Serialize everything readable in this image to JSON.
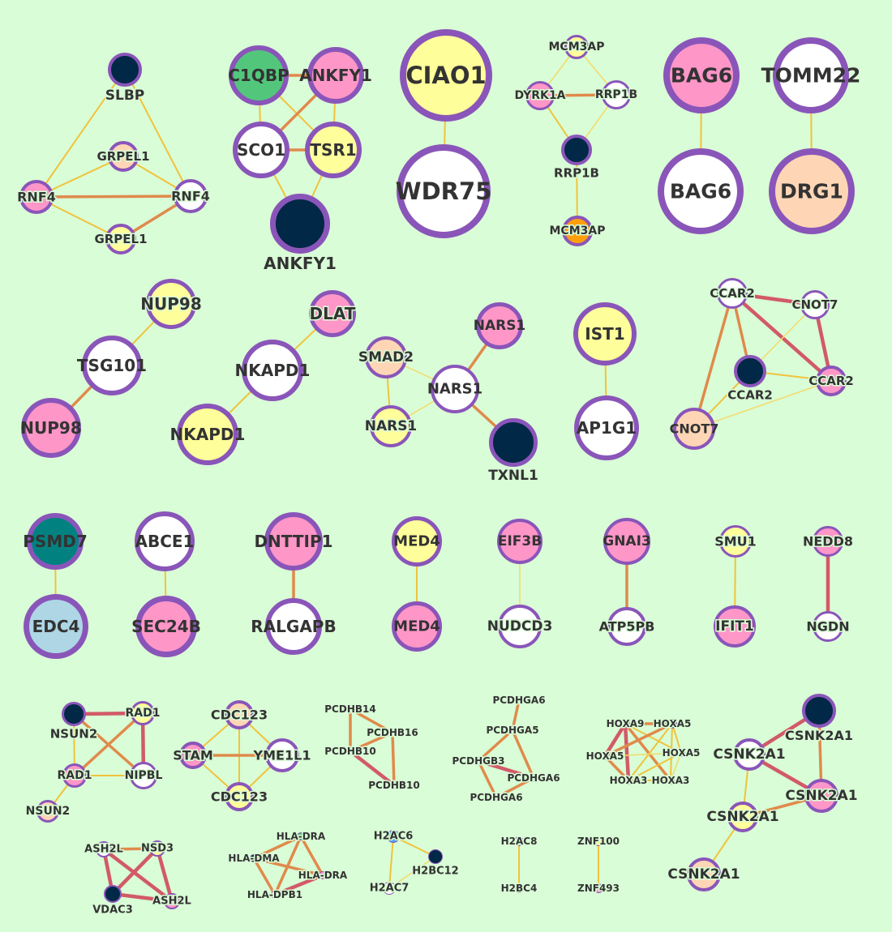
{
  "colors": {
    "background": "#d9fdd6",
    "node_border": "#8a55b9",
    "label": "#333333",
    "fills": {
      "navy": "#012846",
      "green": "#52c77b",
      "pink": "#fe96c8",
      "yellow": "#fefe9a",
      "white": "#ffffff",
      "peach": "#fed6b6",
      "orange": "#fe9e0b",
      "teal": "#018281",
      "lightblue": "#aed6e5",
      "lavender": "#e1d0f0",
      "blue": "#4ba3f0",
      "darkteal": "#016f6f"
    },
    "edges": {
      "weak": "#f0c33c",
      "medium": "#e08a4c",
      "strong": "#d25a68",
      "pale": "#f5da6a"
    }
  },
  "nodes": [
    {
      "id": "slbp",
      "label": "SLBP",
      "fill": "navy",
      "ring": 4
    },
    {
      "id": "grpel1_a",
      "label": "GRPEL1",
      "fill": "peach",
      "ring": 4
    },
    {
      "id": "rnf4_a",
      "label": "RNF4",
      "fill": "pink",
      "ring": 4
    },
    {
      "id": "rnf4_b",
      "label": "RNF4",
      "fill": "white",
      "ring": 4
    },
    {
      "id": "grpel1_b",
      "label": "GRPEL1",
      "fill": "yellow",
      "ring": 4
    },
    {
      "id": "c1qbp",
      "label": "C1QBP",
      "fill": "green",
      "ring": 6
    },
    {
      "id": "ankfy1_a",
      "label": "ANKFY1",
      "fill": "pink",
      "ring": 6
    },
    {
      "id": "sco1",
      "label": "SCO1",
      "fill": "white",
      "ring": 6
    },
    {
      "id": "tsr1",
      "label": "TSR1",
      "fill": "yellow",
      "ring": 6
    },
    {
      "id": "ankfy1_b",
      "label": "ANKFY1",
      "fill": "navy",
      "ring": 7
    },
    {
      "id": "ciao1",
      "label": "CIAO1",
      "fill": "yellow",
      "ring": 8
    },
    {
      "id": "wdr75",
      "label": "WDR75",
      "fill": "white",
      "ring": 8
    },
    {
      "id": "mcm3ap_a",
      "label": "MCM3AP",
      "fill": "yellow",
      "ring": 3
    },
    {
      "id": "dyrk1a",
      "label": "DYRK1A",
      "fill": "pink",
      "ring": 3
    },
    {
      "id": "rrp1b_a",
      "label": "RRP1B",
      "fill": "white",
      "ring": 3
    },
    {
      "id": "rrp1b_b",
      "label": "RRP1B",
      "fill": "navy",
      "ring": 4
    },
    {
      "id": "mcm3ap_b",
      "label": "MCM3AP",
      "fill": "orange",
      "ring": 4
    },
    {
      "id": "bag6_a",
      "label": "BAG6",
      "fill": "pink",
      "ring": 8
    },
    {
      "id": "bag6_b",
      "label": "BAG6",
      "fill": "white",
      "ring": 8
    },
    {
      "id": "tomm22",
      "label": "TOMM22",
      "fill": "white",
      "ring": 8
    },
    {
      "id": "drg1",
      "label": "DRG1",
      "fill": "peach",
      "ring": 8
    },
    {
      "id": "nup98_a",
      "label": "NUP98",
      "fill": "yellow",
      "ring": 5
    },
    {
      "id": "tsg101",
      "label": "TSG101",
      "fill": "white",
      "ring": 6
    },
    {
      "id": "nup98_b",
      "label": "NUP98",
      "fill": "pink",
      "ring": 6
    },
    {
      "id": "dlat",
      "label": "DLAT",
      "fill": "pink",
      "ring": 5
    },
    {
      "id": "nkapd1_a",
      "label": "NKAPD1",
      "fill": "white",
      "ring": 6
    },
    {
      "id": "nkapd1_b",
      "label": "NKAPD1",
      "fill": "yellow",
      "ring": 6
    },
    {
      "id": "nars1_a",
      "label": "NARS1",
      "fill": "pink",
      "ring": 5
    },
    {
      "id": "smad2",
      "label": "SMAD2",
      "fill": "peach",
      "ring": 4
    },
    {
      "id": "nars1_b",
      "label": "NARS1",
      "fill": "white",
      "ring": 4
    },
    {
      "id": "nars1_c",
      "label": "NARS1",
      "fill": "yellow",
      "ring": 4
    },
    {
      "id": "txnl1",
      "label": "TXNL1",
      "fill": "navy",
      "ring": 5
    },
    {
      "id": "ist1",
      "label": "IST1",
      "fill": "yellow",
      "ring": 6
    },
    {
      "id": "ap1g1",
      "label": "AP1G1",
      "fill": "white",
      "ring": 6
    },
    {
      "id": "ccar2_a",
      "label": "CCAR2",
      "fill": "white",
      "ring": 3
    },
    {
      "id": "cnot7_a",
      "label": "CNOT7",
      "fill": "white",
      "ring": 3
    },
    {
      "id": "ccar2_b",
      "label": "CCAR2",
      "fill": "navy",
      "ring": 4
    },
    {
      "id": "ccar2_c",
      "label": "CCAR2",
      "fill": "pink",
      "ring": 4
    },
    {
      "id": "cnot7_b",
      "label": "CNOT7",
      "fill": "peach",
      "ring": 4
    },
    {
      "id": "psmd7",
      "label": "PSMD7",
      "fill": "teal",
      "ring": 6
    },
    {
      "id": "edc4",
      "label": "EDC4",
      "fill": "lightblue",
      "ring": 7
    },
    {
      "id": "abce1",
      "label": "ABCE1",
      "fill": "white",
      "ring": 6
    },
    {
      "id": "sec24b",
      "label": "SEC24B",
      "fill": "pink",
      "ring": 7
    },
    {
      "id": "dnttip1",
      "label": "DNTTIP1",
      "fill": "pink",
      "ring": 6
    },
    {
      "id": "ralgapb",
      "label": "RALGAPB",
      "fill": "white",
      "ring": 6
    },
    {
      "id": "med4_a",
      "label": "MED4",
      "fill": "yellow",
      "ring": 5
    },
    {
      "id": "med4_b",
      "label": "MED4",
      "fill": "pink",
      "ring": 5
    },
    {
      "id": "eif3b",
      "label": "EIF3B",
      "fill": "pink",
      "ring": 4
    },
    {
      "id": "nudcd3",
      "label": "NUDCD3",
      "fill": "white",
      "ring": 4
    },
    {
      "id": "gnai3",
      "label": "GNAI3",
      "fill": "pink",
      "ring": 4
    },
    {
      "id": "atp5pb",
      "label": "ATP5PB",
      "fill": "white",
      "ring": 4
    },
    {
      "id": "smu1",
      "label": "SMU1",
      "fill": "yellow",
      "ring": 3
    },
    {
      "id": "ifit1",
      "label": "IFIT1",
      "fill": "pink",
      "ring": 4
    },
    {
      "id": "nedd8",
      "label": "NEDD8",
      "fill": "pink",
      "ring": 3
    },
    {
      "id": "ngdn",
      "label": "NGDN",
      "fill": "white",
      "ring": 3
    },
    {
      "id": "nsun2_a",
      "label": "NSUN2",
      "fill": "navy",
      "ring": 3
    },
    {
      "id": "rad1_a",
      "label": "RAD1",
      "fill": "yellow",
      "ring": 3
    },
    {
      "id": "rad1_b",
      "label": "RAD1",
      "fill": "pink",
      "ring": 3
    },
    {
      "id": "nipbl",
      "label": "NIPBL",
      "fill": "white",
      "ring": 3
    },
    {
      "id": "nsun2_b",
      "label": "NSUN2",
      "fill": "peach",
      "ring": 3
    },
    {
      "id": "cdc123_a",
      "label": "CDC123",
      "fill": "peach",
      "ring": 4
    },
    {
      "id": "stam",
      "label": "STAM",
      "fill": "pink",
      "ring": 4
    },
    {
      "id": "yme1l1",
      "label": "YME1L1",
      "fill": "white",
      "ring": 4
    },
    {
      "id": "cdc123_b",
      "label": "CDC123",
      "fill": "yellow",
      "ring": 4
    },
    {
      "id": "pcdhb14",
      "label": "PCDHB14",
      "fill": "white",
      "ring": 1
    },
    {
      "id": "pcdhb16",
      "label": "PCDHB16",
      "fill": "white",
      "ring": 1
    },
    {
      "id": "pcdhb10_a",
      "label": "PCDHB10",
      "fill": "white",
      "ring": 1
    },
    {
      "id": "pcdhb10_b",
      "label": "PCDHB10",
      "fill": "pink",
      "ring": 1
    },
    {
      "id": "pcdhga6_a",
      "label": "PCDHGA6",
      "fill": "white",
      "ring": 1
    },
    {
      "id": "pcdhga5",
      "label": "PCDHGA5",
      "fill": "white",
      "ring": 1
    },
    {
      "id": "pcdhgb3",
      "label": "PCDHGB3",
      "fill": "white",
      "ring": 1
    },
    {
      "id": "pcdhga6_b",
      "label": "PCDHGA6",
      "fill": "white",
      "ring": 1
    },
    {
      "id": "pcdhga6_c",
      "label": "PCDHGA6",
      "fill": "pink",
      "ring": 1
    },
    {
      "id": "hoxa9",
      "label": "HOXA9",
      "fill": "white",
      "ring": 1
    },
    {
      "id": "hoxa5_a",
      "label": "HOXA5",
      "fill": "navy",
      "ring": 1
    },
    {
      "id": "hoxa5_b",
      "label": "HOXA5",
      "fill": "white",
      "ring": 1
    },
    {
      "id": "hoxa5_c",
      "label": "HOXA5",
      "fill": "white",
      "ring": 1
    },
    {
      "id": "hoxa3_a",
      "label": "HOXA3",
      "fill": "white",
      "ring": 1
    },
    {
      "id": "hoxa3_b",
      "label": "HOXA3",
      "fill": "white",
      "ring": 1
    },
    {
      "id": "csnk2a1_a",
      "label": "CSNK2A1",
      "fill": "navy",
      "ring": 4
    },
    {
      "id": "csnk2a1_b",
      "label": "CSNK2A1",
      "fill": "white",
      "ring": 4
    },
    {
      "id": "csnk2a1_c",
      "label": "CSNK2A1",
      "fill": "pink",
      "ring": 4
    },
    {
      "id": "csnk2a1_d",
      "label": "CSNK2A1",
      "fill": "yellow",
      "ring": 4
    },
    {
      "id": "csnk2a1_e",
      "label": "CSNK2A1",
      "fill": "peach",
      "ring": 4
    },
    {
      "id": "ash2l_a",
      "label": "ASH2L",
      "fill": "white",
      "ring": 2
    },
    {
      "id": "nsd3",
      "label": "NSD3",
      "fill": "yellow",
      "ring": 2
    },
    {
      "id": "vdac3",
      "label": "VDAC3",
      "fill": "navy",
      "ring": 2
    },
    {
      "id": "ash2l_b",
      "label": "ASH2L",
      "fill": "pink",
      "ring": 2
    },
    {
      "id": "hla_dra_a",
      "label": "HLA-DRA",
      "fill": "green",
      "ring": 1
    },
    {
      "id": "hla_dma",
      "label": "HLA-DMA",
      "fill": "navy",
      "ring": 1
    },
    {
      "id": "hla_dra_b",
      "label": "HLA-DRA",
      "fill": "pink",
      "ring": 1
    },
    {
      "id": "hla_dpb1",
      "label": "HLA-DPB1",
      "fill": "white",
      "ring": 1
    },
    {
      "id": "h2ac6",
      "label": "H2AC6",
      "fill": "blue",
      "ring": 1
    },
    {
      "id": "h2bc12",
      "label": "H2BC12",
      "fill": "navy",
      "ring": 1
    },
    {
      "id": "h2ac7",
      "label": "H2AC7",
      "fill": "white",
      "ring": 1
    },
    {
      "id": "h2ac8",
      "label": "H2AC8",
      "fill": "lavender",
      "ring": 1
    },
    {
      "id": "h2bc4",
      "label": "H2BC4",
      "fill": "darkteal",
      "ring": 1
    },
    {
      "id": "znf100",
      "label": "ZNF100",
      "fill": "yellow",
      "ring": 1
    },
    {
      "id": "znf493",
      "label": "ZNF493",
      "fill": "pink",
      "ring": 1
    }
  ],
  "edges": [
    [
      "slbp",
      "rnf4_a",
      "weak"
    ],
    [
      "slbp",
      "rnf4_b",
      "weak"
    ],
    [
      "grpel1_a",
      "rnf4_a",
      "weak"
    ],
    [
      "grpel1_a",
      "rnf4_b",
      "weak"
    ],
    [
      "rnf4_a",
      "rnf4_b",
      "medium"
    ],
    [
      "rnf4_a",
      "grpel1_b",
      "weak"
    ],
    [
      "rnf4_b",
      "grpel1_b",
      "medium"
    ],
    [
      "c1qbp",
      "ankfy1_a",
      "medium"
    ],
    [
      "c1qbp",
      "sco1",
      "weak"
    ],
    [
      "c1qbp",
      "tsr1",
      "weak"
    ],
    [
      "ankfy1_a",
      "sco1",
      "medium"
    ],
    [
      "ankfy1_a",
      "tsr1",
      "weak"
    ],
    [
      "sco1",
      "tsr1",
      "medium"
    ],
    [
      "sco1",
      "ankfy1_b",
      "weak"
    ],
    [
      "tsr1",
      "ankfy1_b",
      "weak"
    ],
    [
      "ciao1",
      "wdr75",
      "weak"
    ],
    [
      "mcm3ap_a",
      "dyrk1a",
      "pale"
    ],
    [
      "mcm3ap_a",
      "rrp1b_a",
      "pale"
    ],
    [
      "dyrk1a",
      "rrp1b_a",
      "medium"
    ],
    [
      "dyrk1a",
      "rrp1b_b",
      "weak"
    ],
    [
      "rrp1b_a",
      "rrp1b_b",
      "pale"
    ],
    [
      "rrp1b_b",
      "mcm3ap_b",
      "weak"
    ],
    [
      "bag6_a",
      "bag6_b",
      "weak"
    ],
    [
      "tomm22",
      "drg1",
      "weak"
    ],
    [
      "nup98_a",
      "tsg101",
      "weak"
    ],
    [
      "tsg101",
      "nup98_b",
      "medium"
    ],
    [
      "dlat",
      "nkapd1_a",
      "weak"
    ],
    [
      "nkapd1_a",
      "nkapd1_b",
      "weak"
    ],
    [
      "nars1_a",
      "nars1_b",
      "medium"
    ],
    [
      "smad2",
      "nars1_b",
      "pale"
    ],
    [
      "smad2",
      "nars1_c",
      "weak"
    ],
    [
      "nars1_b",
      "nars1_c",
      "pale"
    ],
    [
      "nars1_b",
      "txnl1",
      "medium"
    ],
    [
      "ist1",
      "ap1g1",
      "weak"
    ],
    [
      "ccar2_a",
      "cnot7_a",
      "strong"
    ],
    [
      "ccar2_a",
      "ccar2_b",
      "medium"
    ],
    [
      "ccar2_a",
      "ccar2_c",
      "strong"
    ],
    [
      "ccar2_a",
      "cnot7_b",
      "medium"
    ],
    [
      "cnot7_a",
      "ccar2_b",
      "pale"
    ],
    [
      "cnot7_a",
      "ccar2_c",
      "strong"
    ],
    [
      "ccar2_b",
      "ccar2_c",
      "weak"
    ],
    [
      "ccar2_b",
      "cnot7_b",
      "weak"
    ],
    [
      "ccar2_c",
      "cnot7_b",
      "pale"
    ],
    [
      "psmd7",
      "edc4",
      "weak"
    ],
    [
      "abce1",
      "sec24b",
      "weak"
    ],
    [
      "dnttip1",
      "ralgapb",
      "medium"
    ],
    [
      "med4_a",
      "med4_b",
      "weak"
    ],
    [
      "eif3b",
      "nudcd3",
      "pale"
    ],
    [
      "gnai3",
      "atp5pb",
      "medium"
    ],
    [
      "smu1",
      "ifit1",
      "weak"
    ],
    [
      "nedd8",
      "ngdn",
      "strong"
    ],
    [
      "nsun2_a",
      "rad1_a",
      "strong"
    ],
    [
      "nsun2_a",
      "rad1_b",
      "weak"
    ],
    [
      "nsun2_a",
      "nipbl",
      "medium"
    ],
    [
      "rad1_a",
      "rad1_b",
      "medium"
    ],
    [
      "rad1_a",
      "nipbl",
      "strong"
    ],
    [
      "rad1_b",
      "nipbl",
      "weak"
    ],
    [
      "rad1_b",
      "nsun2_b",
      "weak"
    ],
    [
      "cdc123_a",
      "stam",
      "weak"
    ],
    [
      "cdc123_a",
      "yme1l1",
      "weak"
    ],
    [
      "cdc123_a",
      "cdc123_b",
      "weak"
    ],
    [
      "stam",
      "yme1l1",
      "medium"
    ],
    [
      "stam",
      "cdc123_b",
      "weak"
    ],
    [
      "yme1l1",
      "cdc123_b",
      "weak"
    ],
    [
      "pcdhb14",
      "pcdhb16",
      "medium"
    ],
    [
      "pcdhb14",
      "pcdhb10_a",
      "medium"
    ],
    [
      "pcdhb16",
      "pcdhb10_a",
      "medium"
    ],
    [
      "pcdhb16",
      "pcdhb10_b",
      "medium"
    ],
    [
      "pcdhb10_a",
      "pcdhb10_b",
      "strong"
    ],
    [
      "pcdhga6_a",
      "pcdhga5",
      "medium"
    ],
    [
      "pcdhga5",
      "pcdhgb3",
      "medium"
    ],
    [
      "pcdhga5",
      "pcdhga6_b",
      "medium"
    ],
    [
      "pcdhgb3",
      "pcdhga6_b",
      "strong"
    ],
    [
      "pcdhgb3",
      "pcdhga6_c",
      "medium"
    ],
    [
      "pcdhga6_b",
      "pcdhga6_c",
      "medium"
    ],
    [
      "hoxa9",
      "hoxa5_a",
      "medium"
    ],
    [
      "hoxa9",
      "hoxa5_b",
      "strong"
    ],
    [
      "hoxa9",
      "hoxa5_c",
      "weak"
    ],
    [
      "hoxa9",
      "hoxa3_a",
      "strong"
    ],
    [
      "hoxa9",
      "hoxa3_b",
      "medium"
    ],
    [
      "hoxa5_a",
      "hoxa5_b",
      "medium"
    ],
    [
      "hoxa5_a",
      "hoxa5_c",
      "weak"
    ],
    [
      "hoxa5_a",
      "hoxa3_a",
      "weak"
    ],
    [
      "hoxa5_a",
      "hoxa3_b",
      "weak"
    ],
    [
      "hoxa5_b",
      "hoxa5_c",
      "pale"
    ],
    [
      "hoxa5_b",
      "hoxa3_a",
      "medium"
    ],
    [
      "hoxa5_c",
      "hoxa3_a",
      "weak"
    ],
    [
      "hoxa5_c",
      "hoxa3_b",
      "pale"
    ],
    [
      "hoxa3_a",
      "hoxa3_b",
      "weak"
    ],
    [
      "csnk2a1_a",
      "csnk2a1_b",
      "strong"
    ],
    [
      "csnk2a1_a",
      "csnk2a1_c",
      "medium"
    ],
    [
      "csnk2a1_b",
      "csnk2a1_c",
      "strong"
    ],
    [
      "csnk2a1_b",
      "csnk2a1_d",
      "weak"
    ],
    [
      "csnk2a1_c",
      "csnk2a1_d",
      "medium"
    ],
    [
      "csnk2a1_d",
      "csnk2a1_e",
      "weak"
    ],
    [
      "ash2l_a",
      "nsd3",
      "medium"
    ],
    [
      "ash2l_a",
      "vdac3",
      "strong"
    ],
    [
      "ash2l_a",
      "ash2l_b",
      "strong"
    ],
    [
      "nsd3",
      "vdac3",
      "strong"
    ],
    [
      "nsd3",
      "ash2l_b",
      "strong"
    ],
    [
      "vdac3",
      "ash2l_b",
      "strong"
    ],
    [
      "hla_dra_a",
      "hla_dma",
      "medium"
    ],
    [
      "hla_dra_a",
      "hla_dra_b",
      "medium"
    ],
    [
      "hla_dra_a",
      "hla_dpb1",
      "medium"
    ],
    [
      "hla_dma",
      "hla_dra_b",
      "medium"
    ],
    [
      "hla_dma",
      "hla_dpb1",
      "medium"
    ],
    [
      "hla_dra_b",
      "hla_dpb1",
      "strong"
    ],
    [
      "h2ac6",
      "h2bc12",
      "weak"
    ],
    [
      "h2ac6",
      "h2ac7",
      "weak"
    ],
    [
      "h2bc12",
      "h2ac7",
      "pale"
    ],
    [
      "h2ac8",
      "h2bc4",
      "weak"
    ],
    [
      "znf100",
      "znf493",
      "weak"
    ]
  ]
}
